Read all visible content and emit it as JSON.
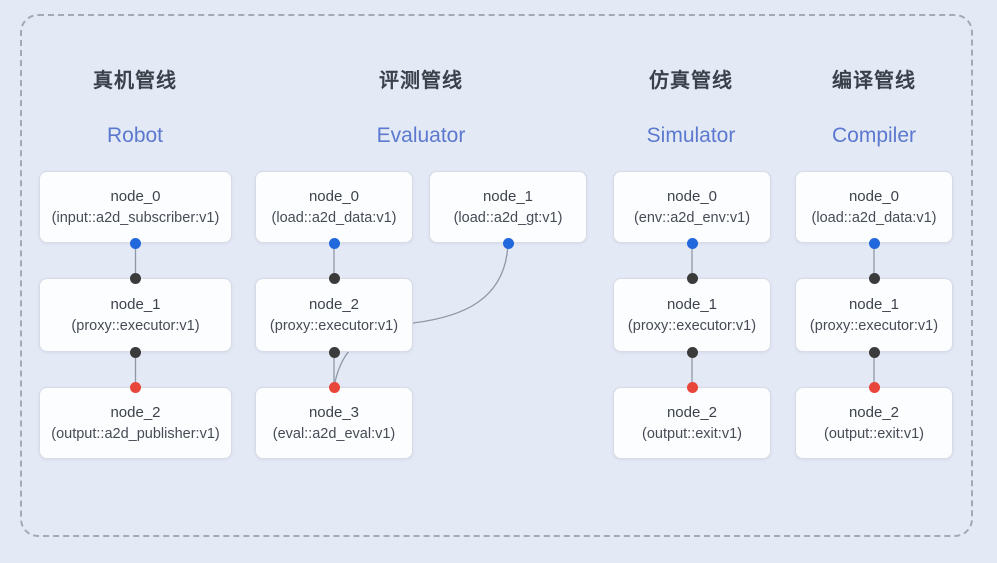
{
  "diagram": {
    "pipelines": [
      {
        "title_zh": "真机管线",
        "title_en": "Robot",
        "nodes": [
          {
            "name": "node_0",
            "type": "(input::a2d_subscriber:v1)"
          },
          {
            "name": "node_1",
            "type": "(proxy::executor:v1)"
          },
          {
            "name": "node_2",
            "type": "(output::a2d_publisher:v1)"
          }
        ]
      },
      {
        "title_zh": "评测管线",
        "title_en": "Evaluator",
        "nodes": [
          {
            "name": "node_0",
            "type": "(load::a2d_data:v1)"
          },
          {
            "name": "node_1",
            "type": "(load::a2d_gt:v1)"
          },
          {
            "name": "node_2",
            "type": "(proxy::executor:v1)"
          },
          {
            "name": "node_3",
            "type": "(eval::a2d_eval:v1)"
          }
        ]
      },
      {
        "title_zh": "仿真管线",
        "title_en": "Simulator",
        "nodes": [
          {
            "name": "node_0",
            "type": "(env::a2d_env:v1)"
          },
          {
            "name": "node_1",
            "type": "(proxy::executor:v1)"
          },
          {
            "name": "node_2",
            "type": "(output::exit:v1)"
          }
        ]
      },
      {
        "title_zh": "编译管线",
        "title_en": "Compiler",
        "nodes": [
          {
            "name": "node_0",
            "type": "(load::a2d_data:v1)"
          },
          {
            "name": "node_1",
            "type": "(proxy::executor:v1)"
          },
          {
            "name": "node_2",
            "type": "(output::exit:v1)"
          }
        ]
      }
    ],
    "colors": {
      "background": "#e4e9f6",
      "frame_dash": "#a3aab7",
      "node_fill": "#fcfdff",
      "node_border": "#d7dbe5",
      "node_text": "#3d434b",
      "title_zh": "#3a414b",
      "title_en": "#5b79ce",
      "connector": "#9098a5",
      "port_blue": "#2268dd",
      "port_dark": "#3b3b3b",
      "port_red": "#e8463a"
    }
  }
}
